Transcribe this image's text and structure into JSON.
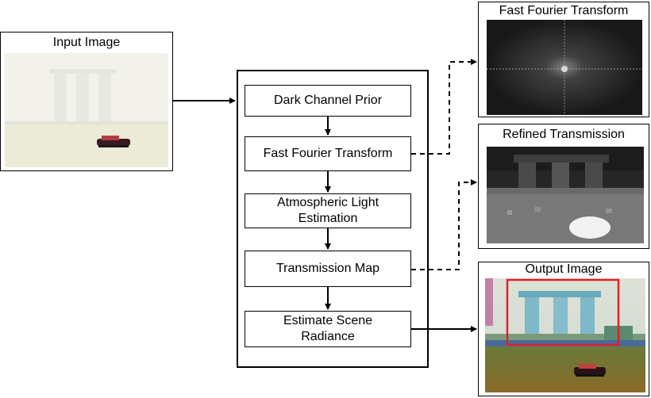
{
  "input_panel": {
    "title": "Input Image"
  },
  "pipeline": {
    "steps": [
      {
        "label": "Dark Channel Prior"
      },
      {
        "label": "Fast Fourier Transform"
      },
      {
        "label": "Atmospheric Light\nEstimation"
      },
      {
        "label": "Transmission Map"
      },
      {
        "label": "Estimate Scene\nRadiance"
      }
    ]
  },
  "output_panels": {
    "fft": {
      "title": "Fast Fourier Transform"
    },
    "transmission": {
      "title": "Refined Transmission"
    },
    "output": {
      "title": "Output Image"
    }
  },
  "colors": {
    "highlight_box": "#e0202a",
    "line": "#000000"
  }
}
